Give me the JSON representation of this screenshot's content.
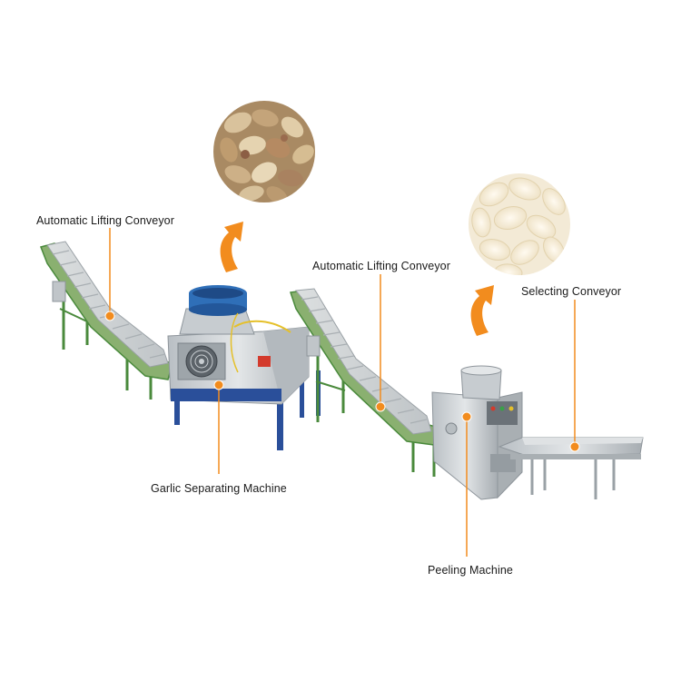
{
  "labels": {
    "conveyor_1": "Automatic Lifting Conveyor",
    "conveyor_2": "Automatic Lifting Conveyor",
    "selecting_conveyor": "Selecting Conveyor",
    "garlic_separating_machine": "Garlic Separating Machine",
    "peeling_machine": "Peeling Machine"
  },
  "colors": {
    "accent": "#f28c1e",
    "frame_green": "#4a8a3c",
    "steel": "#c9ced2",
    "steel_dark": "#8e959b",
    "motor_blue": "#2f6fb8"
  }
}
